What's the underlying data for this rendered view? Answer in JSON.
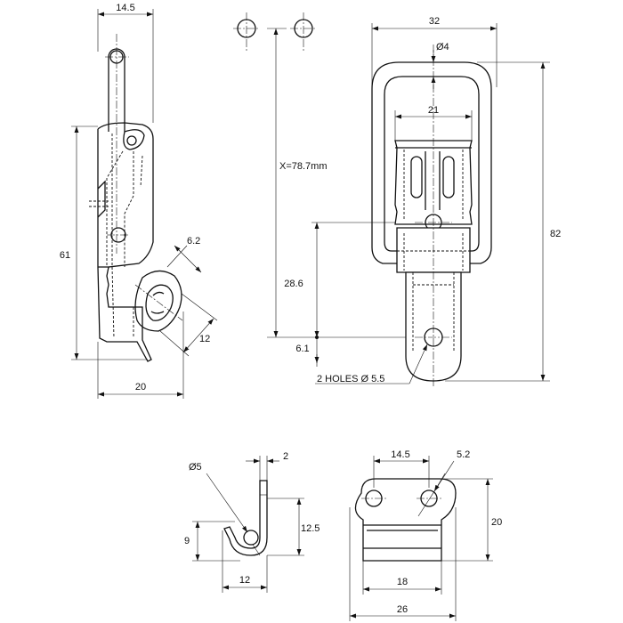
{
  "dimensions": {
    "side_top_width": "14.5",
    "side_height": "61",
    "side_bottom_width": "20",
    "side_slot_width": "6.2",
    "side_slot_length": "12",
    "distance_x": "X=78.7mm",
    "front_width": "32",
    "loop_diameter": "Ø4",
    "loop_inner_width": "21",
    "front_height": "82",
    "hole_height": "28.6",
    "bottom_offset": "6.1",
    "holes_note": "2 HOLES Ø 5.5",
    "keeper_hole": "Ø5",
    "keeper_thickness": "2",
    "keeper_height": "12.5",
    "keeper_hook_height": "9",
    "keeper_depth": "12",
    "plate_hole_spacing": "14.5",
    "plate_hole_diameter": "5.2",
    "plate_height": "20",
    "plate_tab_width": "18",
    "plate_width": "26"
  }
}
